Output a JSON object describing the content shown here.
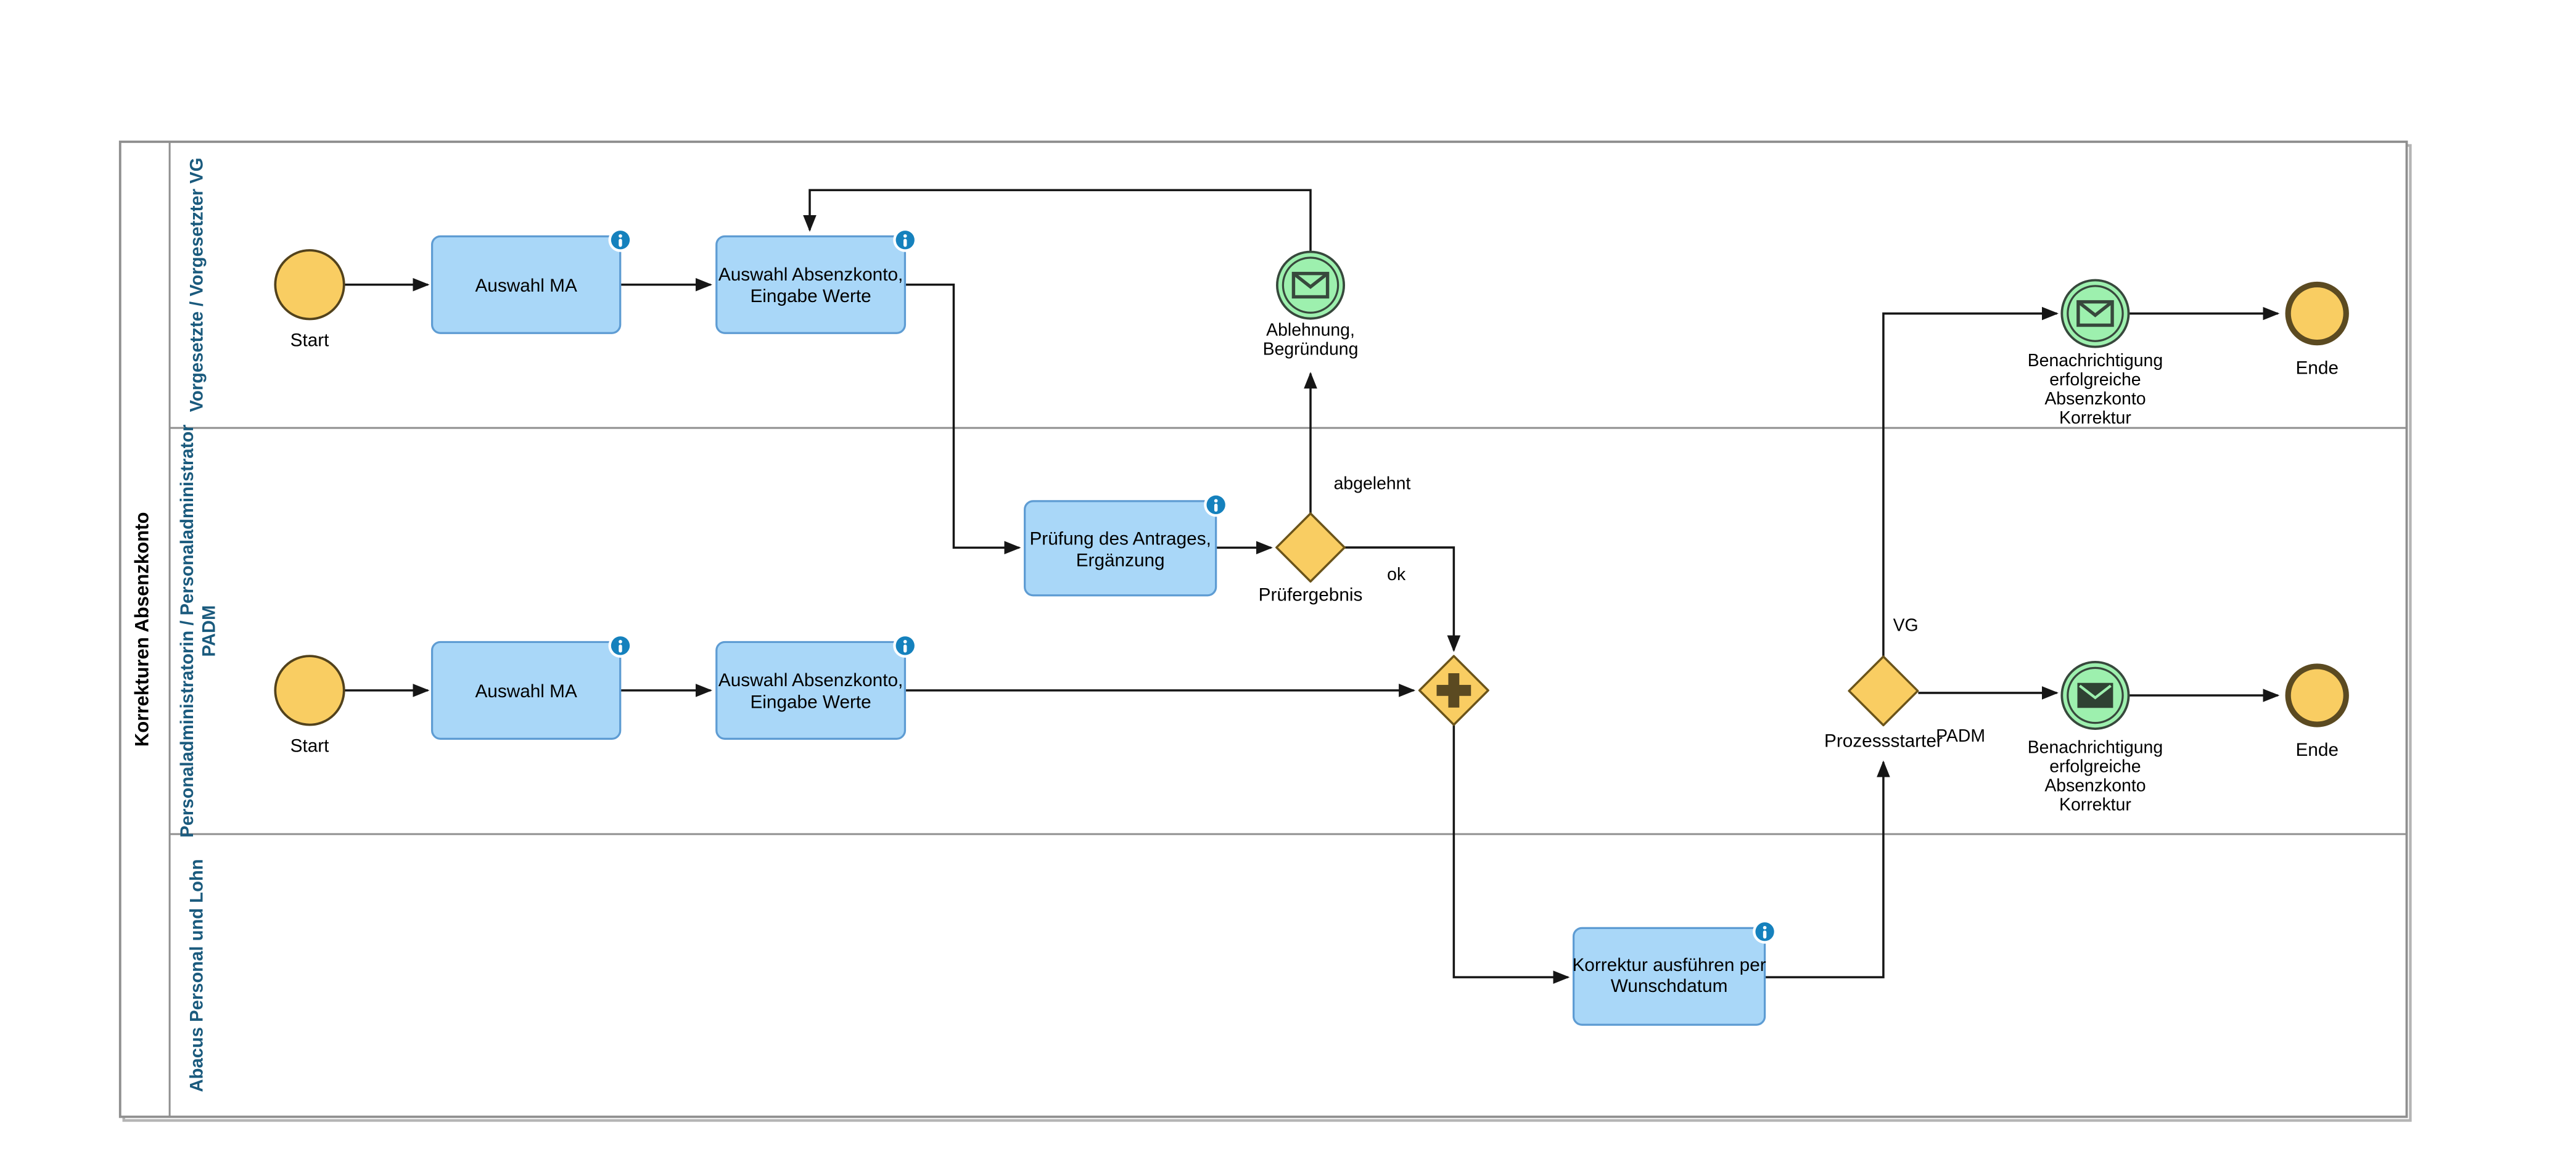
{
  "pool": {
    "title": "Korrekturen Absenzkonto"
  },
  "lanes": [
    {
      "lines": [
        "Vorgesetzte / Vorgesetzter VG"
      ]
    },
    {
      "lines": [
        "Personaladministratorin / Personaladministrator",
        "PADM"
      ]
    },
    {
      "lines": [
        "Abacus Personal und Lohn"
      ]
    }
  ],
  "nodes": {
    "start_vg": {
      "label": "Start"
    },
    "task_auswahl_ma_vg": {
      "lines": [
        "Auswahl MA"
      ]
    },
    "task_absenzkonto_vg": {
      "lines": [
        "Auswahl Absenzkonto,",
        "Eingabe Werte"
      ]
    },
    "event_ablehnung": {
      "lines": [
        "Ablehnung,",
        "Begründung"
      ]
    },
    "event_benachrichtigung_vg": {
      "lines": [
        "Benachrichtigung",
        "erfolgreiche",
        "Absenzkonto",
        "Korrektur"
      ]
    },
    "end_vg": {
      "label": "Ende"
    },
    "task_pruefung": {
      "lines": [
        "Prüfung des Antrages,",
        "Ergänzung"
      ]
    },
    "gw_pruefergebnis": {
      "label": "Prüfergebnis"
    },
    "start_padm": {
      "label": "Start"
    },
    "task_auswahl_ma_padm": {
      "lines": [
        "Auswahl MA"
      ]
    },
    "task_absenzkonto_padm": {
      "lines": [
        "Auswahl Absenzkonto,",
        "Eingabe Werte"
      ]
    },
    "gw_prozessstarter": {
      "label": "Prozessstarter"
    },
    "event_benachrichtigung_padm": {
      "lines": [
        "Benachrichtigung",
        "erfolgreiche",
        "Absenzkonto",
        "Korrektur"
      ]
    },
    "end_padm": {
      "label": "Ende"
    },
    "task_korrektur": {
      "lines": [
        "Korrektur ausführen per",
        "Wunschdatum"
      ]
    }
  },
  "edges": {
    "abgelehnt": "abgelehnt",
    "ok": "ok",
    "vg": "VG",
    "padm": "PADM"
  },
  "colors": {
    "task_fill": "#A9D7F8",
    "task_stroke": "#5E9CD3",
    "info_blue": "#1581BD",
    "yellow_fill": "#F9CD62",
    "start_stroke": "#52421C",
    "end_stroke": "#5B4A21",
    "gateway_stroke": "#6B541A",
    "plus_color": "#5B4A21",
    "msg_fill": "#9DF0AE",
    "msg_stroke": "#37483C",
    "msg_dark": "#2F4233",
    "flow_color": "#161616",
    "lane_border": "#8F8F8F",
    "lane_label_color": "#1A5A7D",
    "pool_title_color": "#000000",
    "label_color": "#000000"
  }
}
